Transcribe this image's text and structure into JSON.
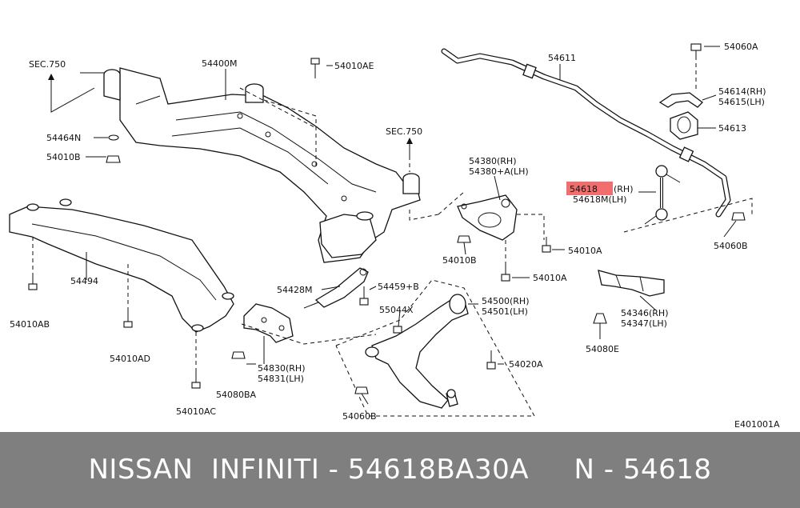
{
  "labels": {
    "sec750_left": "SEC.750",
    "sec750_mid": "SEC.750",
    "p54400M": "54400M",
    "p54010AE": "54010AE",
    "p54464N": "54464N",
    "p54010B_left": "54010B",
    "p54494": "54494",
    "p54010AB": "54010AB",
    "p54010AD": "54010AD",
    "p54010AC": "54010AC",
    "p54080BA": "54080BA",
    "p54830": "54830(RH)",
    "p54831": "54831(LH)",
    "p54428M": "54428M",
    "p54459B": "54459+B",
    "p55044X": "55044X",
    "p54500": "54500(RH)",
    "p54501": "54501(LH)",
    "p54060B_bottom": "54060B",
    "p54020A": "54020A",
    "p54380": "54380(RH)",
    "p54380A": "54380+A(LH)",
    "p54010B_mid": "54010B",
    "p54010A_1": "54010A",
    "p54010A_2": "54010A",
    "p54611": "54611",
    "p54060A": "54060A",
    "p54614": "54614(RH)",
    "p54615": "54615(LH)",
    "p54613": "54613",
    "p54618_part": "54618",
    "p54618_rh": "(RH)",
    "p54618M": "54618M(LH)",
    "p54060B_right": "54060B",
    "p54346": "54346(RH)",
    "p54347": "54347(LH)",
    "p54080E": "54080E",
    "drawing_id": "E401001A"
  },
  "highlight_color": "#f26d6d",
  "footer": {
    "text": "NISSAN  INFINITI - 54618BA30A     N - 54618",
    "background": "#7f7f7f",
    "color": "#ffffff"
  }
}
